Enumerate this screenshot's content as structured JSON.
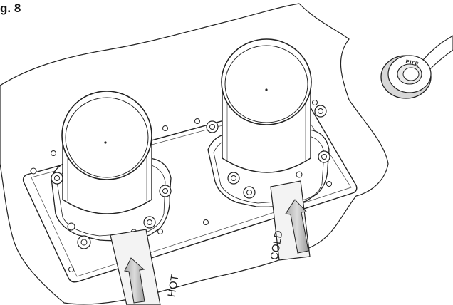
{
  "figure": {
    "label": "g. 8"
  },
  "labels": {
    "hot": "HOT",
    "cold": "COLD",
    "tape": "PTFE"
  }
}
